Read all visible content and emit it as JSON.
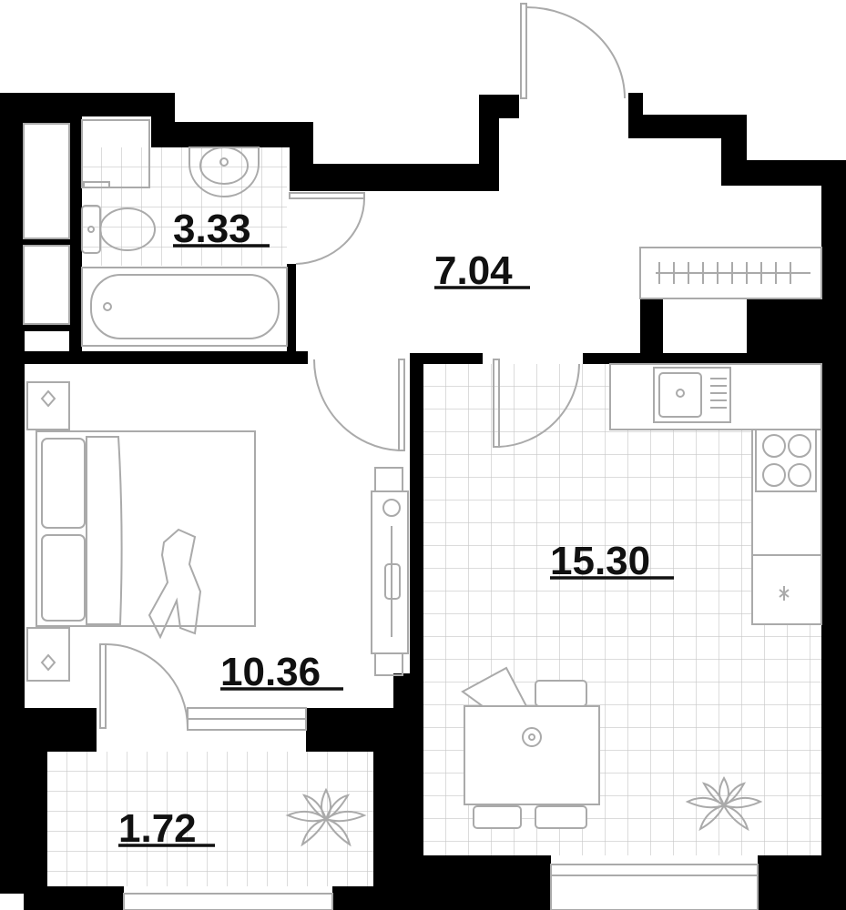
{
  "rooms": [
    {
      "id": "bathroom",
      "area": "3.33"
    },
    {
      "id": "hall",
      "area": "7.04"
    },
    {
      "id": "kitchen",
      "area": "15.30"
    },
    {
      "id": "bedroom",
      "area": "10.36"
    },
    {
      "id": "balcony",
      "area": "1.72"
    }
  ],
  "colors": {
    "wall": "#000000",
    "furniture_line": "#aaaaaa",
    "tile_grid": "#c8c8c8",
    "text": "#111111",
    "background": "#ffffff"
  }
}
